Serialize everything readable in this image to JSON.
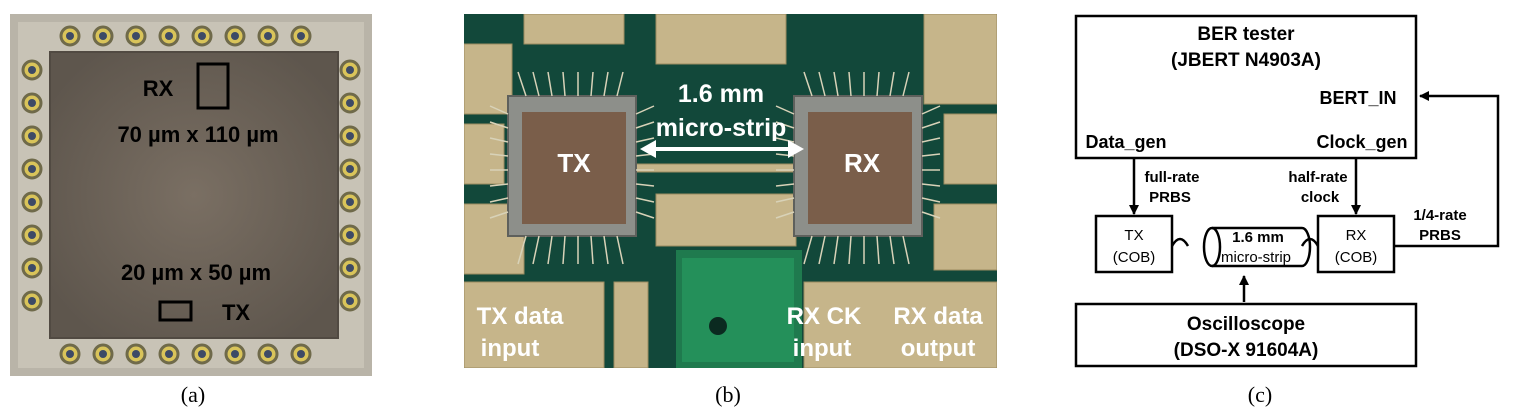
{
  "panel_a": {
    "caption": "(a)",
    "rx_label": "RX",
    "rx_size": "70 µm x 110 µm",
    "tx_size": "20 µm x 50 µm",
    "tx_label": "TX"
  },
  "panel_b": {
    "caption": "(b)",
    "strip_line1": "1.6 mm",
    "strip_line2": "micro-strip",
    "tx_label": "TX",
    "rx_label": "RX",
    "tx_data_line1": "TX data",
    "tx_data_line2": "input",
    "rx_ck_line1": "RX CK",
    "rx_ck_line2": "input",
    "rx_data_line1": "RX data",
    "rx_data_line2": "output"
  },
  "panel_c": {
    "caption": "(c)",
    "ber_line1": "BER tester",
    "ber_line2": "(JBERT N4903A)",
    "bert_in": "BERT_IN",
    "data_gen": "Data_gen",
    "clock_gen": "Clock_gen",
    "full_rate_line1": "full-rate",
    "full_rate_line2": "PRBS",
    "half_rate_line1": "half-rate",
    "half_rate_line2": "clock",
    "quarter_rate_line1": "1/4-rate",
    "quarter_rate_line2": "PRBS",
    "tx_line1": "TX",
    "tx_line2": "(COB)",
    "rx_line1": "RX",
    "rx_line2": "(COB)",
    "strip_line1": "1.6 mm",
    "strip_line2": "micro-strip",
    "osc_line1": "Oscilloscope",
    "osc_line2": "(DSO-X 91604A)"
  }
}
